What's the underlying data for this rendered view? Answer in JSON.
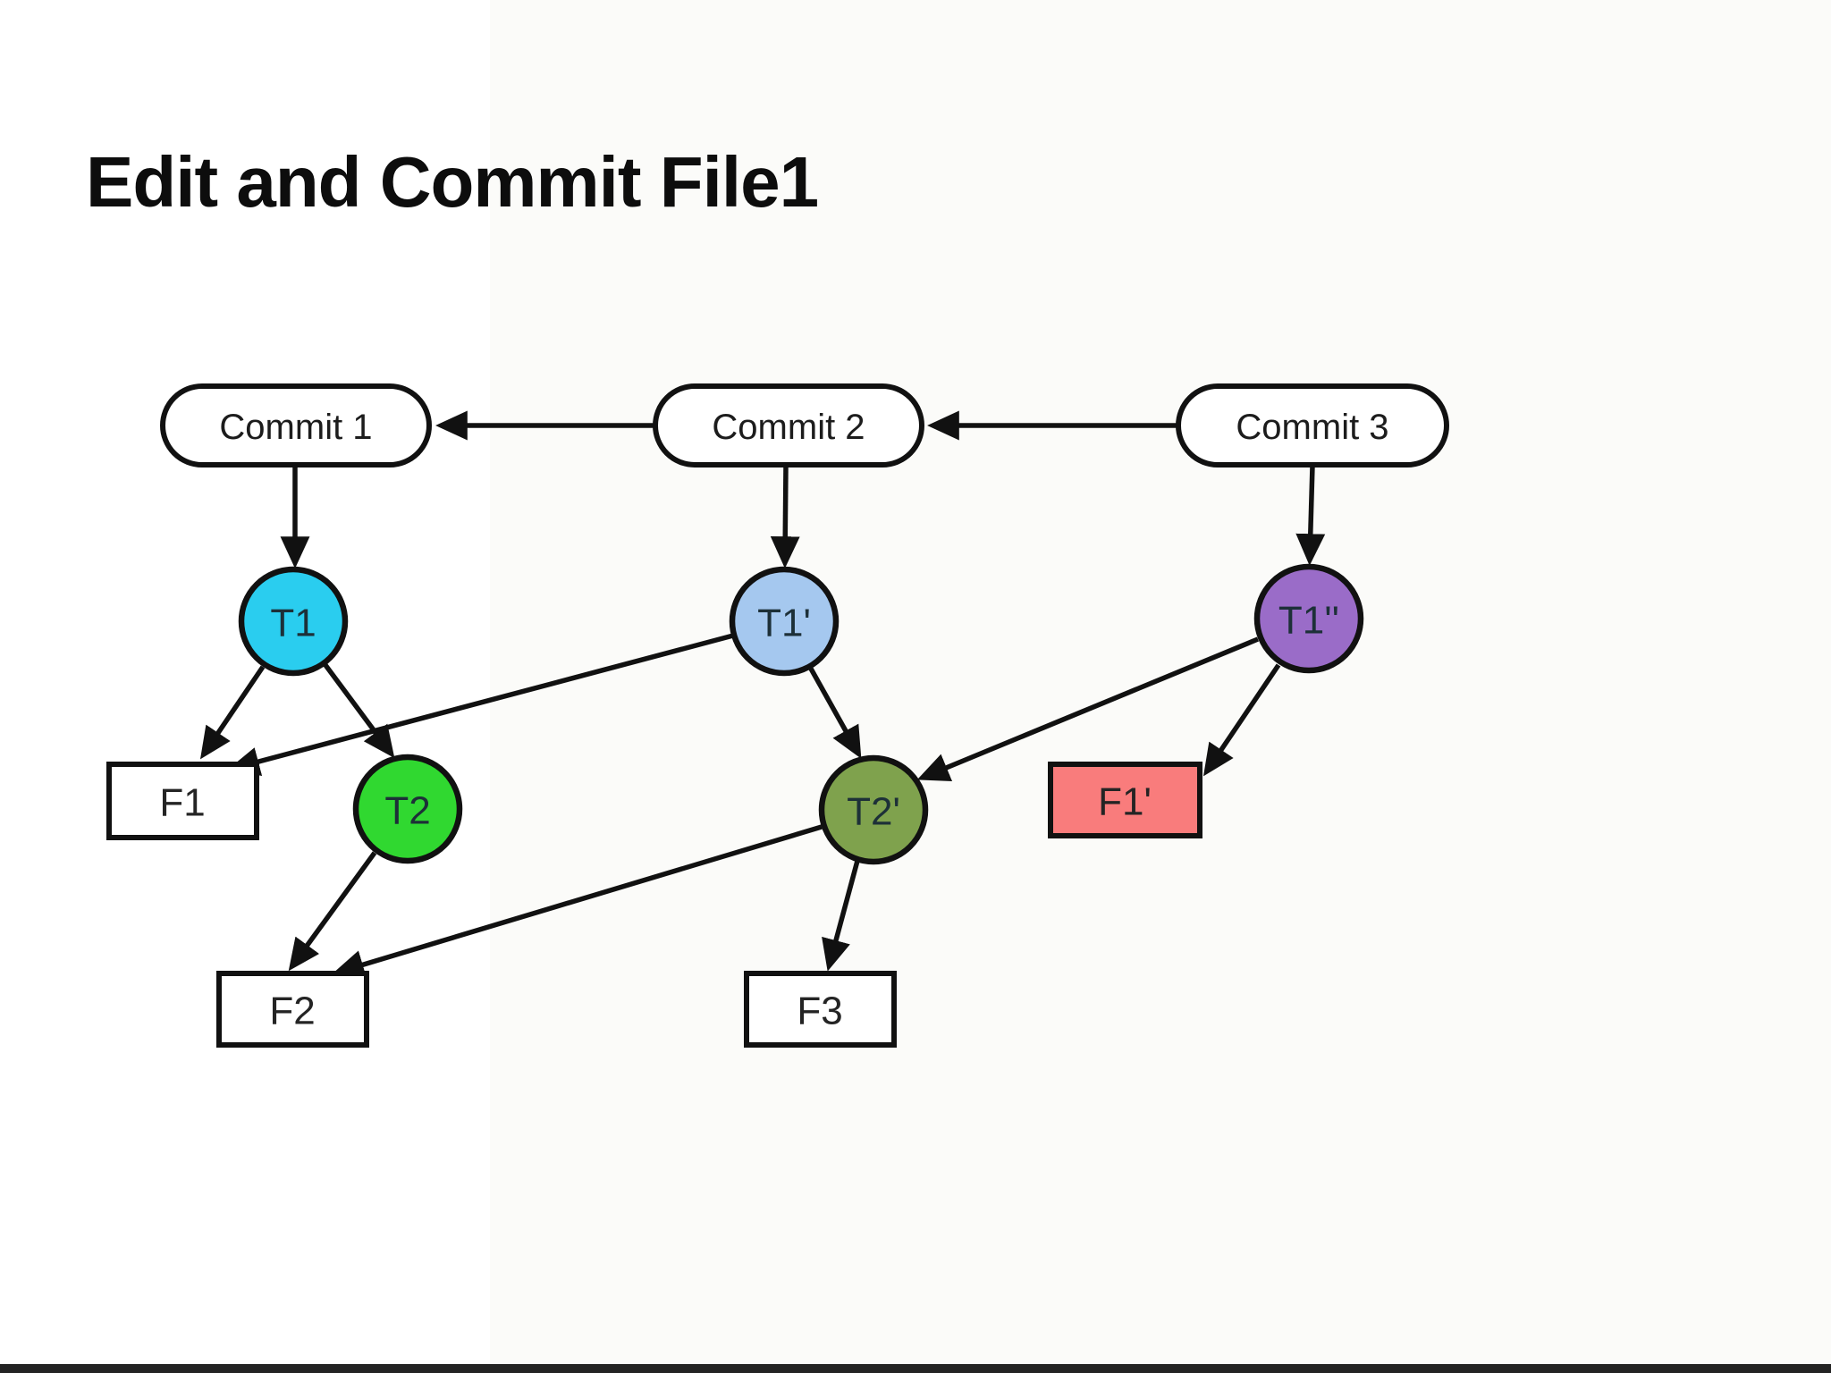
{
  "title": "Edit and Commit File1",
  "colors": {
    "node_stroke": "#111111",
    "edge": "#111111",
    "commit_fill": "#ffffff",
    "bottom_bar": "#232323"
  },
  "nodes": {
    "commits": [
      {
        "label": "Commit 1",
        "fill": "#ffffff"
      },
      {
        "label": "Commit 2",
        "fill": "#ffffff"
      },
      {
        "label": "Commit 3",
        "fill": "#ffffff"
      }
    ],
    "trees": [
      {
        "label": "T1",
        "fill": "#2acdef"
      },
      {
        "label": "T1'",
        "fill": "#a5c8ef"
      },
      {
        "label": "T1''",
        "fill": "#9a6cc8"
      },
      {
        "label": "T2",
        "fill": "#30d830"
      },
      {
        "label": "T2'",
        "fill": "#7fa24d"
      }
    ],
    "files": [
      {
        "label": "F1",
        "fill": "#ffffff"
      },
      {
        "label": "F2",
        "fill": "#ffffff"
      },
      {
        "label": "F3",
        "fill": "#ffffff"
      },
      {
        "label": "F1'",
        "fill": "#f97c7c"
      }
    ]
  },
  "edges": [
    {
      "from": "Commit 2",
      "to": "Commit 1"
    },
    {
      "from": "Commit 3",
      "to": "Commit 2"
    },
    {
      "from": "Commit 1",
      "to": "T1"
    },
    {
      "from": "Commit 2",
      "to": "T1'"
    },
    {
      "from": "Commit 3",
      "to": "T1''"
    },
    {
      "from": "T1",
      "to": "F1"
    },
    {
      "from": "T1",
      "to": "T2"
    },
    {
      "from": "T1'",
      "to": "F1"
    },
    {
      "from": "T1'",
      "to": "T2'"
    },
    {
      "from": "T1''",
      "to": "T2'"
    },
    {
      "from": "T1''",
      "to": "F1'"
    },
    {
      "from": "T2",
      "to": "F2"
    },
    {
      "from": "T2'",
      "to": "F2"
    },
    {
      "from": "T2'",
      "to": "F3"
    }
  ]
}
